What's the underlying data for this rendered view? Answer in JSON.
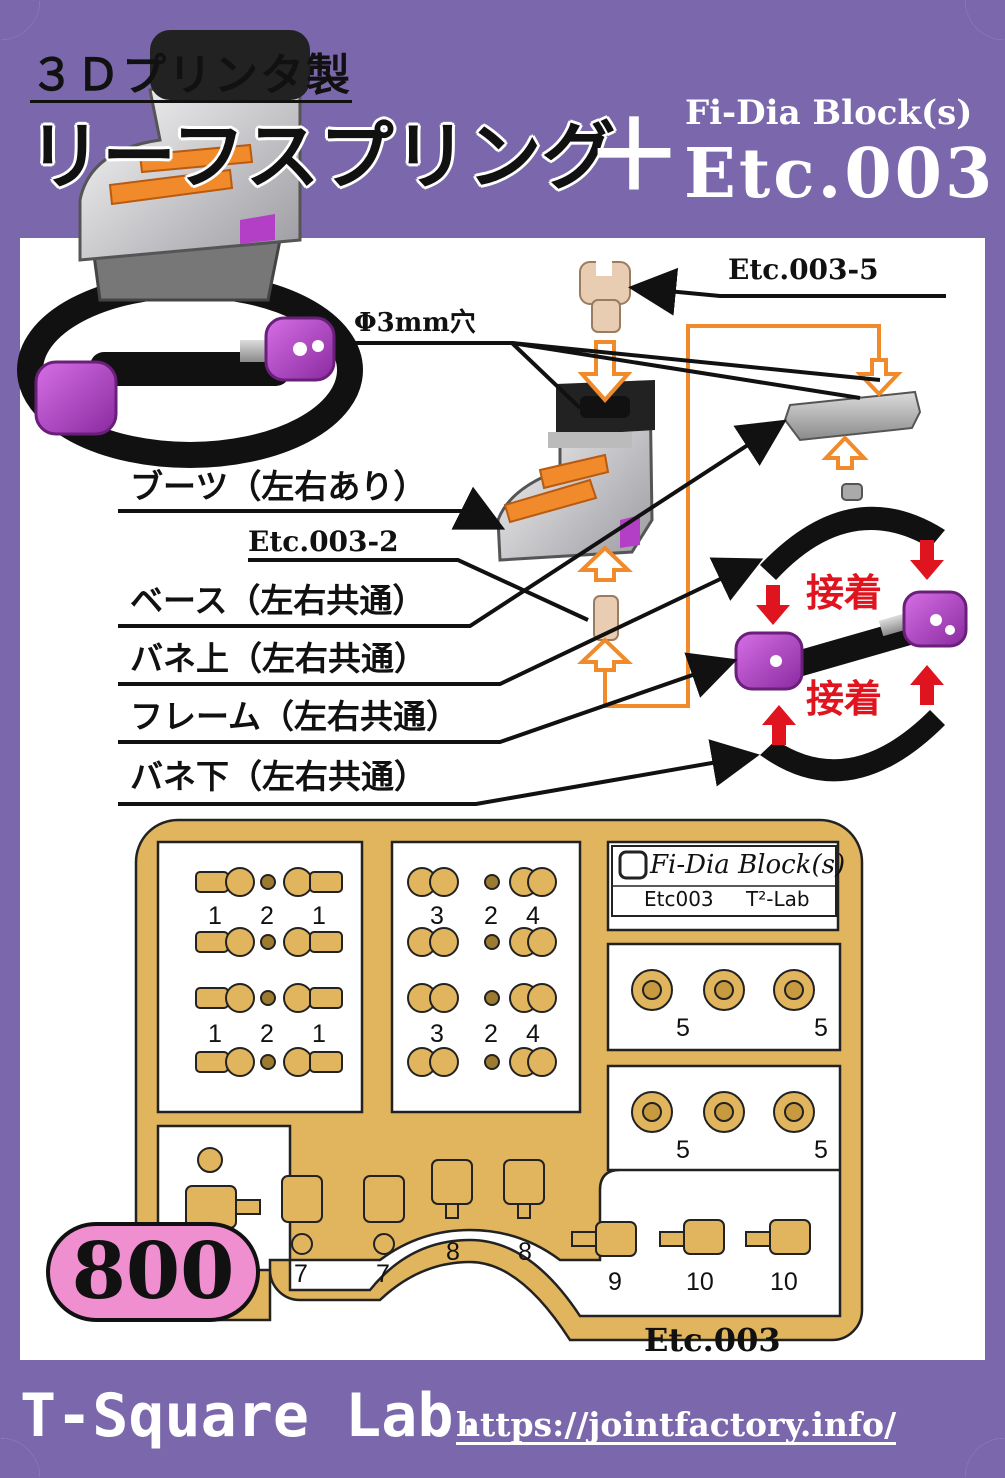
{
  "header": {
    "subtitle": "３Ｄプリンタ製",
    "title": "リーフスプリング",
    "plus": "＋",
    "series": "Fi-Dia Block(s)",
    "code": "Etc.003"
  },
  "callouts": {
    "part5": "Etc.003-5",
    "hole": "Φ3mm穴",
    "boots": "ブーツ（左右あり）",
    "part2": "Etc.003-2",
    "base": "ベース（左右共通）",
    "spring_top": "バネ上（左右共通）",
    "frame": "フレーム（左右共通）",
    "spring_bottom": "バネ下（左右共通）",
    "glue_top": "接着",
    "glue_bottom": "接着"
  },
  "runner": {
    "tag_title": "Fi-Dia Block(s)",
    "tag_code": "Etc003",
    "tag_lab": "T²-Lab",
    "labels_left_row1": [
      "1",
      "2",
      "1"
    ],
    "labels_left_row2": [
      "1",
      "2",
      "1"
    ],
    "labels_mid_row1": [
      "3",
      "2",
      "4"
    ],
    "labels_mid_row2": [
      "3",
      "2",
      "4"
    ],
    "labels_right_row1": [
      "5",
      "5"
    ],
    "labels_right_row2": [
      "5",
      "5"
    ],
    "labels_bottom": [
      "7",
      "7",
      "8",
      "8",
      "9",
      "10",
      "10"
    ],
    "footer_code": "Etc.003"
  },
  "price": "800",
  "footer": {
    "brand": "T-Square Lab.",
    "url": "https://jointfactory.info/"
  },
  "colors": {
    "frame": "#7b68ac",
    "runner": "#e0b55e",
    "price_badge": "#f08fcf",
    "accent_orange": "#f08a2a",
    "accent_red": "#e0141e",
    "purple_part": "#b33fc7"
  }
}
